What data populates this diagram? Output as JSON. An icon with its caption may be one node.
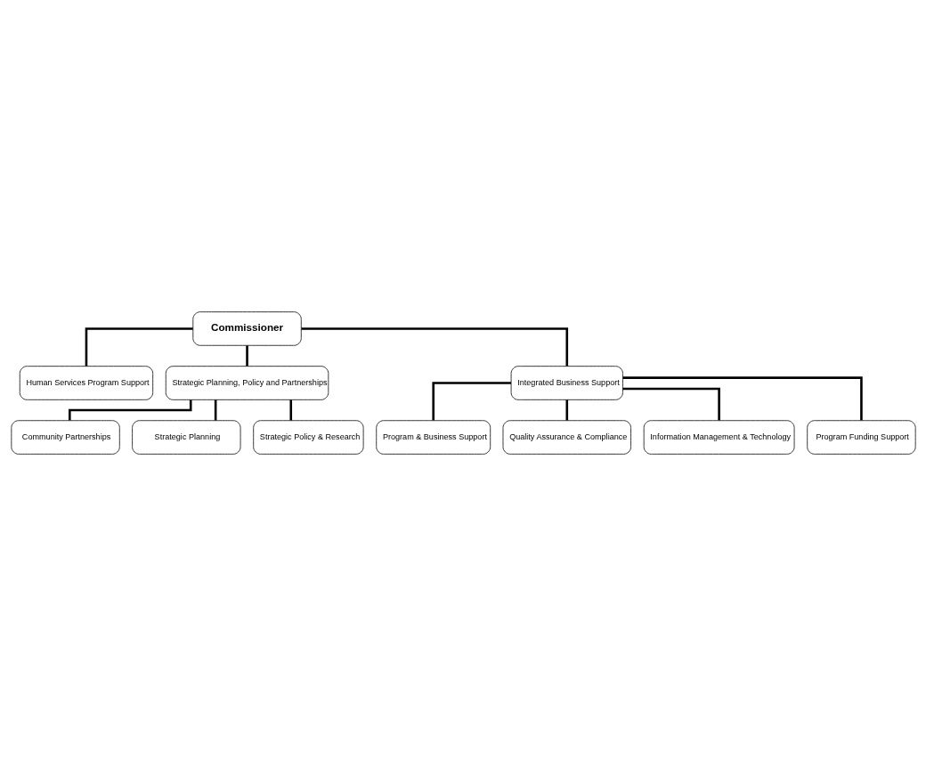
{
  "diagram": {
    "nodes": [
      {
        "text": [
          "Commissioner"
        ]
      },
      {
        "text": [
          "Human Services Program Support"
        ]
      },
      {
        "text": [
          "Strategic Planning, Policy and Partnerships"
        ]
      },
      {
        "text": [
          "Integrated Business Support"
        ]
      },
      {
        "text": [
          "Community Partnerships"
        ]
      },
      {
        "text": [
          "Strategic Planning"
        ]
      },
      {
        "text": [
          "Strategic Policy & Research"
        ]
      },
      {
        "text": [
          "Program & Business Support"
        ]
      },
      {
        "text": [
          "Quality Assurance & Compliance"
        ]
      },
      {
        "text": [
          "Information Management & Technology"
        ]
      },
      {
        "text": [
          "Program Funding Support"
        ]
      }
    ],
    "edges": [
      {
        "from": 0,
        "to": 1,
        "arrow": "none"
      },
      {
        "from": 0,
        "to": 2,
        "arrow": "none"
      },
      {
        "from": 0,
        "to": 3,
        "arrow": "none"
      },
      {
        "from": 2,
        "to": 4,
        "arrow": "none"
      },
      {
        "from": 2,
        "to": 5,
        "arrow": "none"
      },
      {
        "from": 2,
        "to": 6,
        "arrow": "none"
      },
      {
        "from": 3,
        "to": 7,
        "arrow": "none"
      },
      {
        "from": 3,
        "to": 8,
        "arrow": "none"
      },
      {
        "from": 3,
        "to": 9,
        "arrow": "none"
      },
      {
        "from": 3,
        "to": 10,
        "arrow": "none"
      }
    ]
  }
}
